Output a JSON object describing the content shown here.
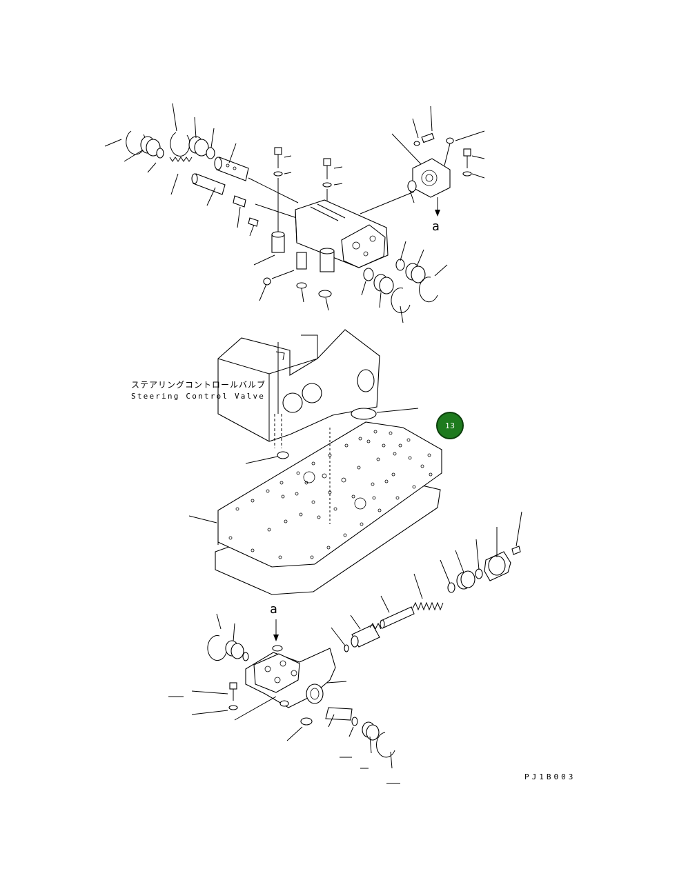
{
  "labels": {
    "title_jp": "ステアリングコントロールバルブ",
    "title_en": "Steering Control Valve",
    "marker_top": "a",
    "marker_bottom": "a",
    "drawing_code": "PJ1B003"
  },
  "callout": {
    "number": "13",
    "color": "#1e7a1e"
  }
}
